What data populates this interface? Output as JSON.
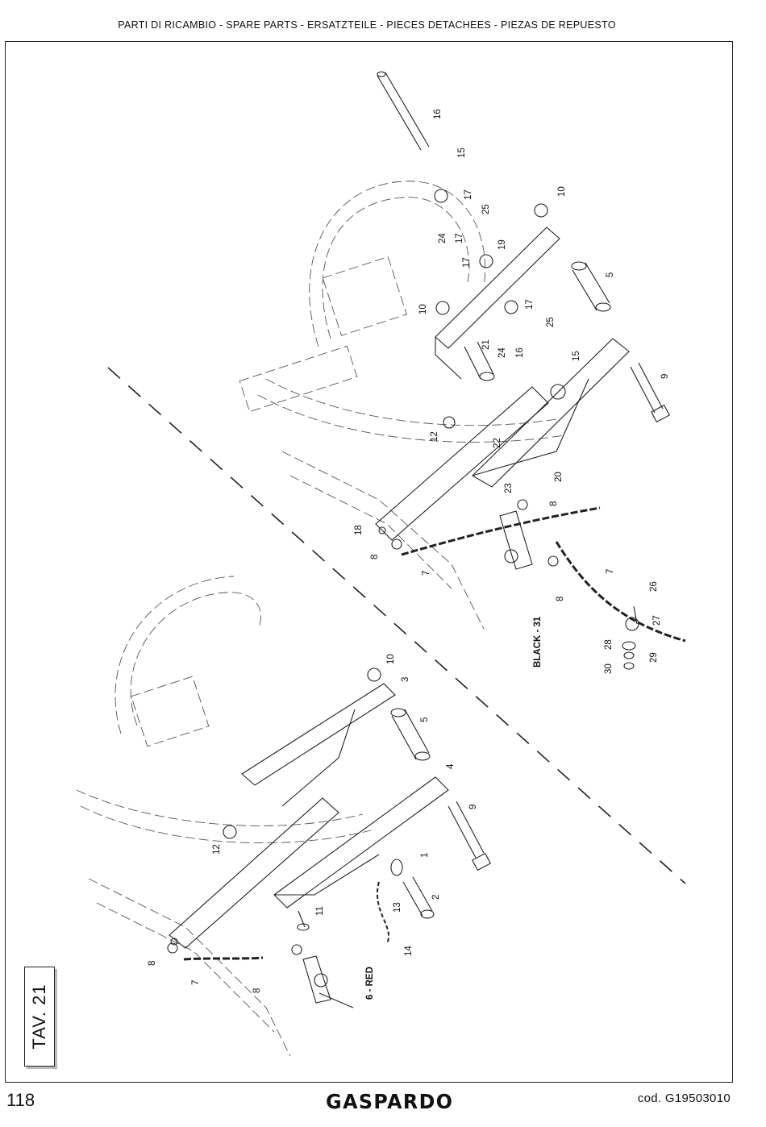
{
  "header": "PARTI DI RICAMBIO - SPARE PARTS - ERSATZTEILE - PIECES DETACHEES - PIEZAS DE REPUESTO",
  "table_label": "TAV. 21",
  "page_number": "118",
  "brand": "GASPARDO",
  "code": "cod.  G19503010",
  "parts_top": [
    "16",
    "15",
    "17",
    "25",
    "24",
    "17",
    "17",
    "10",
    "19",
    "5",
    "10",
    "17",
    "25",
    "24",
    "16",
    "21",
    "15",
    "9",
    "12",
    "22",
    "23",
    "20",
    "8",
    "18",
    "8",
    "7",
    "8",
    "7",
    "26",
    "27",
    "28",
    "29",
    "30"
  ],
  "parts_bottom": [
    "10",
    "3",
    "5",
    "4",
    "9",
    "12",
    "1",
    "2",
    "13",
    "14",
    "11",
    "8",
    "7",
    "8"
  ],
  "black_label": "BLACK - 31",
  "red_label": "6 - RED"
}
